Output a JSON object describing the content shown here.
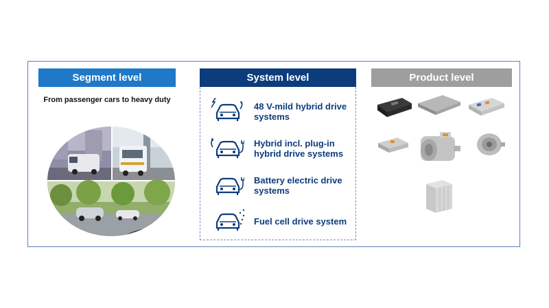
{
  "segment": {
    "title": "Segment level",
    "subtitle": "From passenger cars to heavy duty"
  },
  "system": {
    "title": "System level",
    "items": [
      {
        "label": "48 V-mild hybrid drive systems",
        "icon": "mild-hybrid-car-icon"
      },
      {
        "label": "Hybrid incl. plug-in hybrid drive systems",
        "icon": "plugin-hybrid-car-icon"
      },
      {
        "label": "Battery electric drive systems",
        "icon": "battery-electric-car-icon"
      },
      {
        "label": "Fuel cell drive system",
        "icon": "fuel-cell-car-icon"
      }
    ]
  },
  "product": {
    "title": "Product level"
  },
  "colors": {
    "segment_header": "#1f78c8",
    "system_header": "#0d3c7c",
    "product_header": "#9e9e9e",
    "frame_border": "#5b7fc0"
  }
}
